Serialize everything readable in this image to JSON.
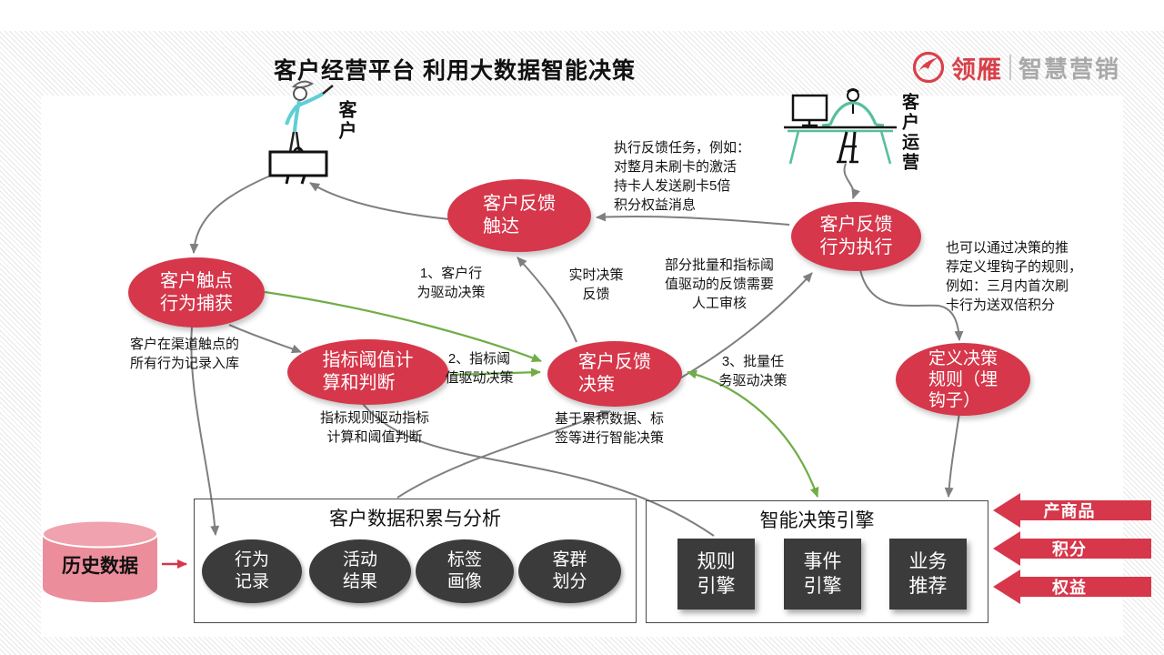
{
  "colors": {
    "red": "#d6374b",
    "dark_node": "#3b3b3b",
    "green": "#70ad47",
    "gray": "#7f7f7f",
    "pink": "#ec8d9b",
    "logo_red": "#d9404a",
    "logo_gray": "#a9a9a9"
  },
  "header": {
    "title": "客户经营平台  利用大数据智能决策",
    "brand": "领雁",
    "brand_tagline": "智慧营销"
  },
  "actors": {
    "customer": "客户",
    "operator": "客户运营"
  },
  "nodes": {
    "reach": {
      "lines": [
        "客户反馈",
        "触达"
      ]
    },
    "capture": {
      "lines": [
        "客户触点",
        "行为捕获"
      ]
    },
    "threshold": {
      "lines": [
        "指标阈值计",
        "算和判断"
      ]
    },
    "decision": {
      "lines": [
        "客户反馈",
        "决策"
      ]
    },
    "execute": {
      "lines": [
        "客户反馈",
        "行为执行"
      ]
    },
    "define": {
      "lines": [
        "定义决策",
        "规则（埋",
        "钩子）"
      ]
    }
  },
  "annotations": {
    "exec_task": {
      "lines": [
        "执行反馈任务，例如：",
        "对整月未刷卡的激活",
        "持卡人发送刷卡5倍",
        "积分权益消息"
      ]
    },
    "behavior_driven": {
      "lines": [
        "1、客户行",
        "为驱动决策"
      ]
    },
    "realtime": {
      "lines": [
        "实时决策",
        "反馈"
      ]
    },
    "manual_review": {
      "lines": [
        "部分批量和指标阈",
        "值驱动的反馈需要",
        "人工审核"
      ]
    },
    "hook_rule": {
      "lines": [
        "也可以通过决策的推",
        "荐定义埋钩子的规则，",
        "例如：三月内首次刷",
        "卡行为送双倍积分"
      ]
    },
    "record_store": {
      "lines": [
        "客户在渠道触点的",
        "所有行为记录入库"
      ]
    },
    "threshold_driven": {
      "lines": [
        "2、指标阈",
        "值驱动决策"
      ]
    },
    "threshold_note": {
      "lines": [
        "指标规则驱动指标",
        "计算和阈值判断"
      ]
    },
    "smart_note": {
      "lines": [
        "基于累积数据、标",
        "签等进行智能决策"
      ]
    },
    "batch_driven": {
      "lines": [
        "3、批量任",
        "务驱动决策"
      ]
    }
  },
  "data_box": {
    "title": "客户数据积累与分析",
    "items": [
      {
        "lines": [
          "行为",
          "记录"
        ]
      },
      {
        "lines": [
          "活动",
          "结果"
        ]
      },
      {
        "lines": [
          "标签",
          "画像"
        ]
      },
      {
        "lines": [
          "客群",
          "划分"
        ]
      }
    ]
  },
  "engine_box": {
    "title": "智能决策引擎",
    "items": [
      {
        "lines": [
          "规则",
          "引擎"
        ]
      },
      {
        "lines": [
          "事件",
          "引擎"
        ]
      },
      {
        "lines": [
          "业务",
          "推荐"
        ]
      }
    ]
  },
  "cylinder": {
    "label": "历史数据"
  },
  "side_arrows": [
    {
      "label": "产商品"
    },
    {
      "label": "积分"
    },
    {
      "label": "权益"
    }
  ]
}
